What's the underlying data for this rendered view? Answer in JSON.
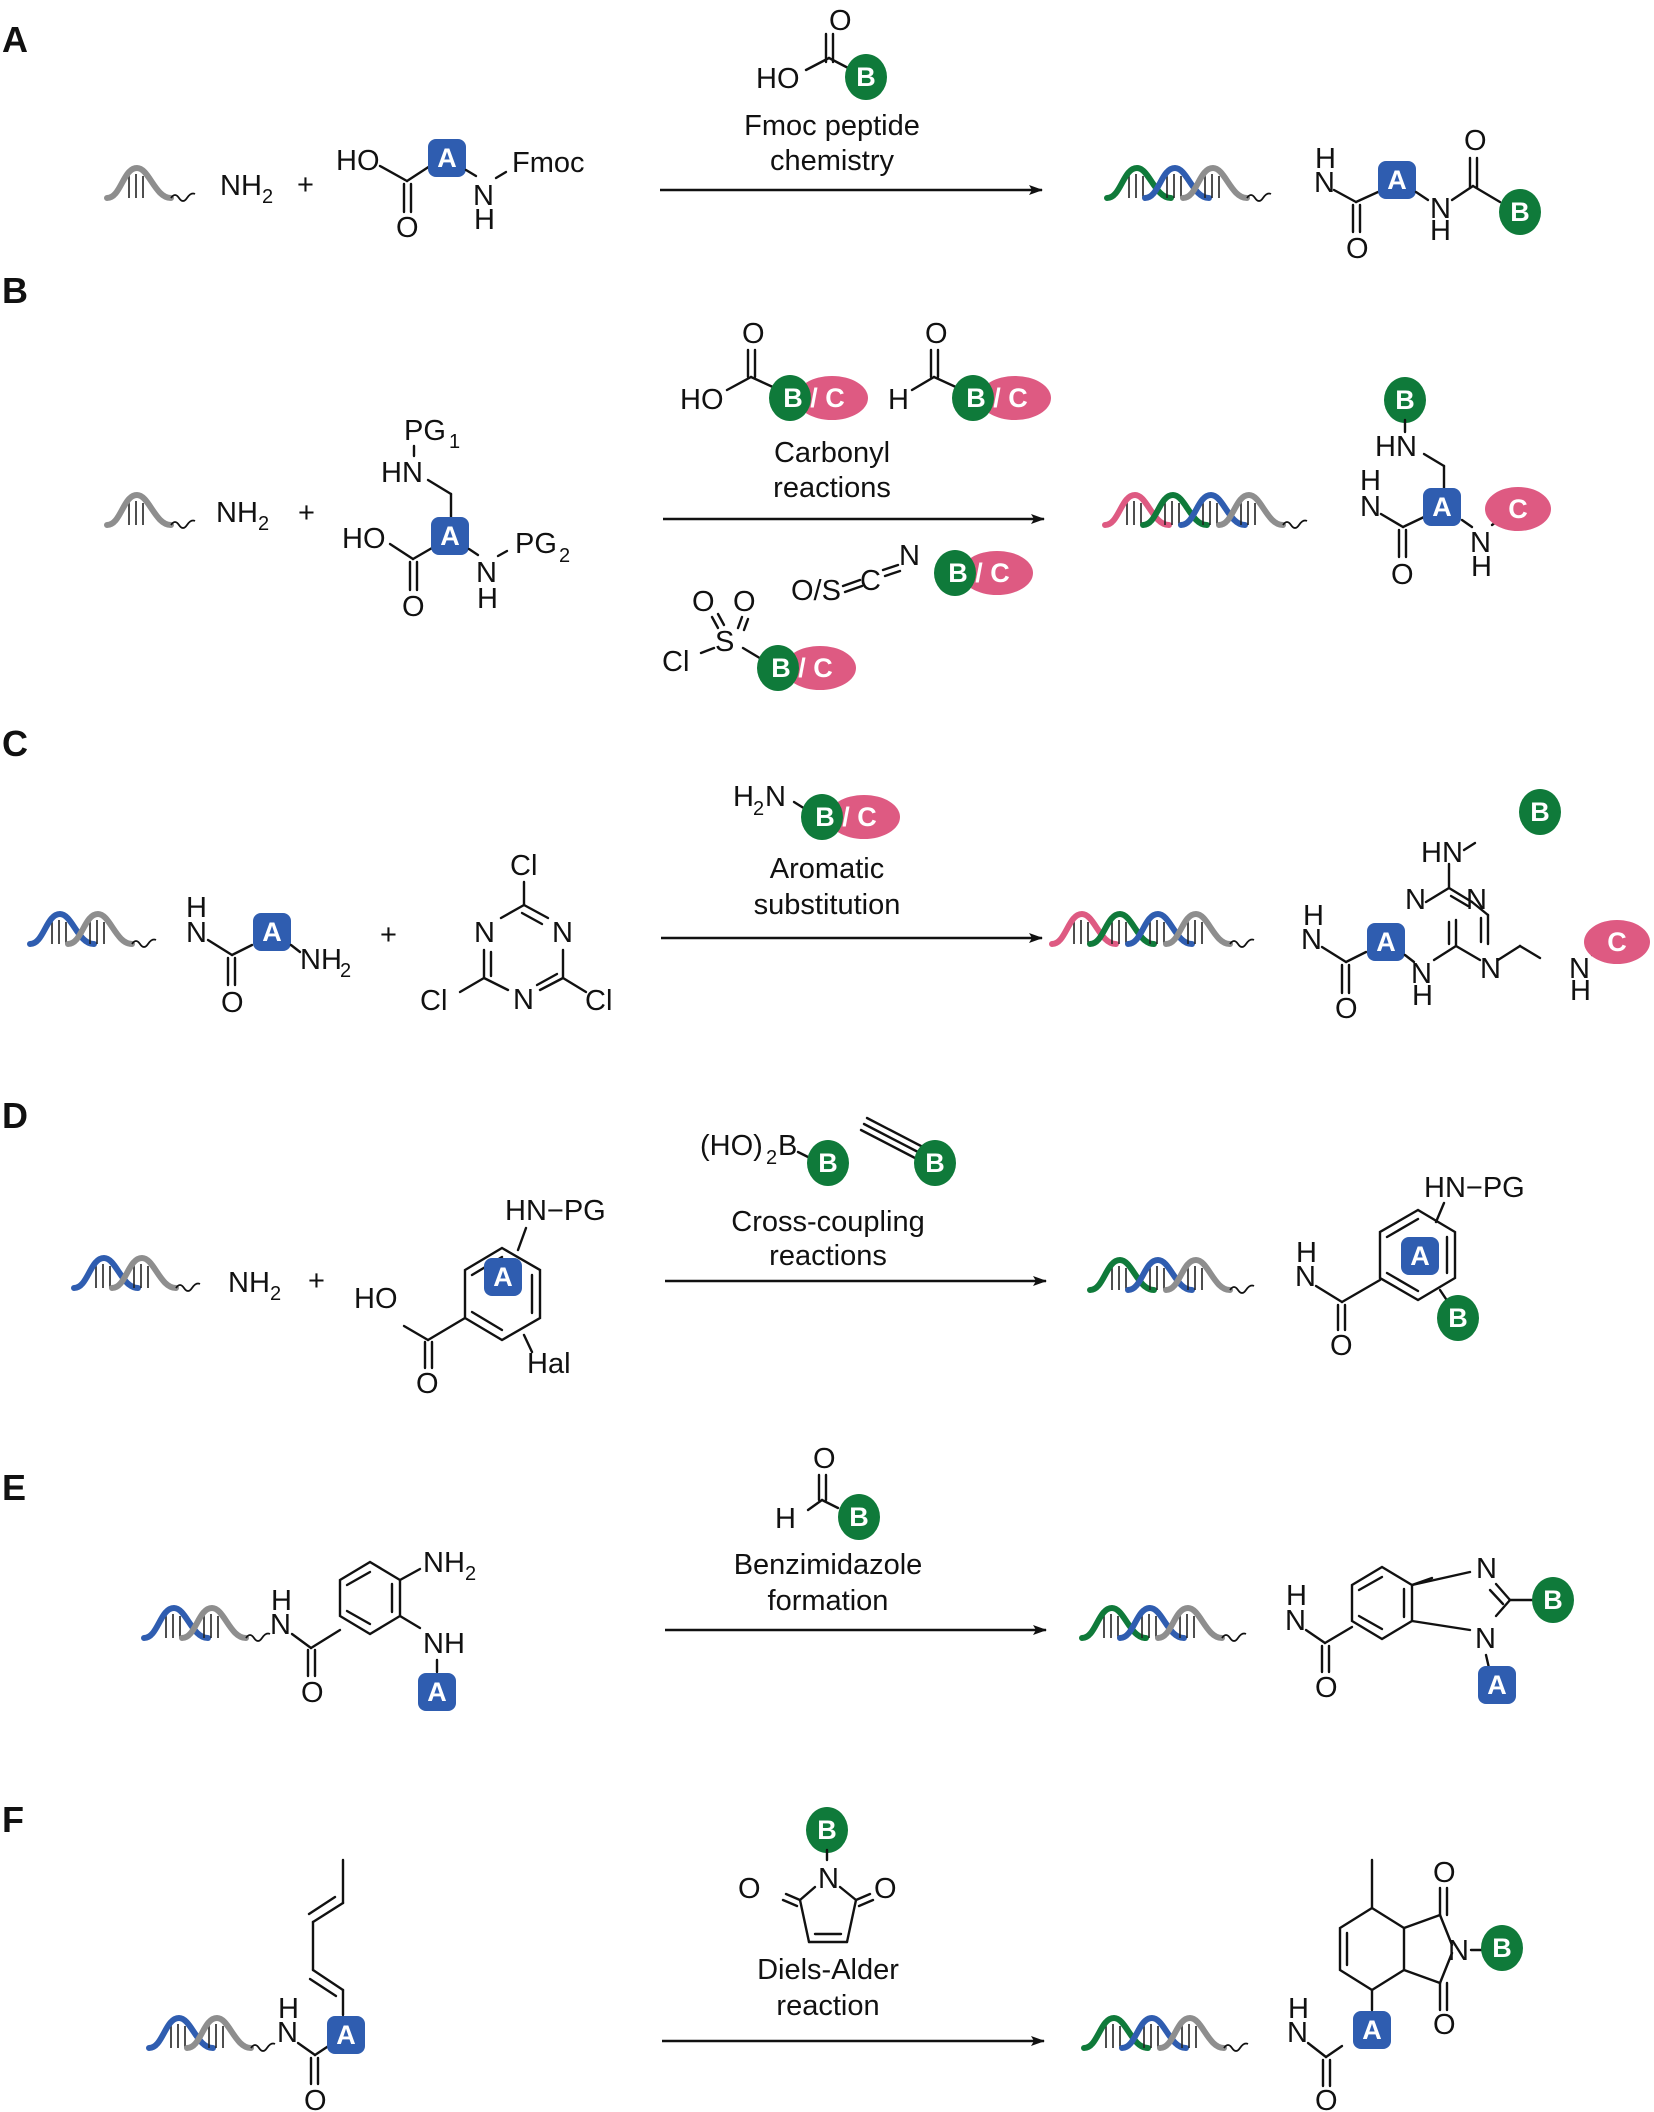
{
  "figure": {
    "colors": {
      "building_block_A": "#2f5db0",
      "building_block_B": "#0f7a3a",
      "building_block_C": "#de5a82",
      "dna_gray": "#8e8e8e",
      "text": "#111111"
    },
    "badge_labels": {
      "A": "A",
      "B": "B",
      "C": "C",
      "BC": "B / C"
    },
    "panels": [
      {
        "id": "A",
        "label": "A",
        "caption_lines": [
          "Fmoc peptide",
          "chemistry"
        ],
        "reagent_atoms": [
          "HO",
          "O"
        ],
        "reactant_atoms": [
          "NH",
          "2",
          "+",
          "HO",
          "O",
          "N",
          "H",
          "Fmoc"
        ],
        "product_atoms": [
          "H",
          "N",
          "O",
          "N",
          "H",
          "O"
        ]
      },
      {
        "id": "B",
        "label": "B",
        "caption_lines": [
          "Carbonyl",
          "reactions"
        ],
        "reagent_atoms": [
          "HO",
          "O",
          "H",
          "O",
          "O/S",
          "C",
          "N",
          "O",
          "O",
          "Cl",
          "S"
        ],
        "reactant_atoms": [
          "NH",
          "2",
          "+",
          "PG",
          "1",
          "HN",
          "HO",
          "O",
          "N",
          "H",
          "PG",
          "2"
        ],
        "product_atoms": [
          "HN",
          "H",
          "N",
          "O",
          "N",
          "H"
        ]
      },
      {
        "id": "C",
        "label": "C",
        "caption_lines": [
          "Aromatic",
          "substitution"
        ],
        "reagent_atoms": [
          "H",
          "2",
          "N"
        ],
        "reactant_atoms": [
          "H",
          "N",
          "O",
          "NH",
          "2",
          "+",
          "Cl",
          "N",
          "N",
          "Cl",
          "N",
          "Cl"
        ],
        "product_atoms": [
          "HN",
          "N",
          "N",
          "H",
          "N",
          "O",
          "N",
          "H",
          "N",
          "N",
          "H"
        ]
      },
      {
        "id": "D",
        "label": "D",
        "caption_lines": [
          "Cross-coupling",
          "reactions"
        ],
        "reagent_atoms": [
          "(HO)",
          "2",
          "B"
        ],
        "reactant_atoms": [
          "NH",
          "2",
          "+",
          "HN−PG",
          "HO",
          "O",
          "Hal"
        ],
        "product_atoms": [
          "HN−PG",
          "H",
          "N",
          "O"
        ]
      },
      {
        "id": "E",
        "label": "E",
        "caption_lines": [
          "Benzimidazole",
          "formation"
        ],
        "reagent_atoms": [
          "O",
          "H"
        ],
        "reactant_atoms": [
          "H",
          "N",
          "O",
          "NH",
          "2",
          "NH"
        ],
        "product_atoms": [
          "N",
          "N",
          "H",
          "N",
          "O"
        ]
      },
      {
        "id": "F",
        "label": "F",
        "caption_lines": [
          "Diels-Alder",
          "reaction"
        ],
        "reagent_atoms": [
          "N",
          "O",
          "O"
        ],
        "reactant_atoms": [
          "H",
          "N",
          "O"
        ],
        "product_atoms": [
          "O",
          "N",
          "O",
          "H",
          "N",
          "O"
        ]
      }
    ]
  }
}
